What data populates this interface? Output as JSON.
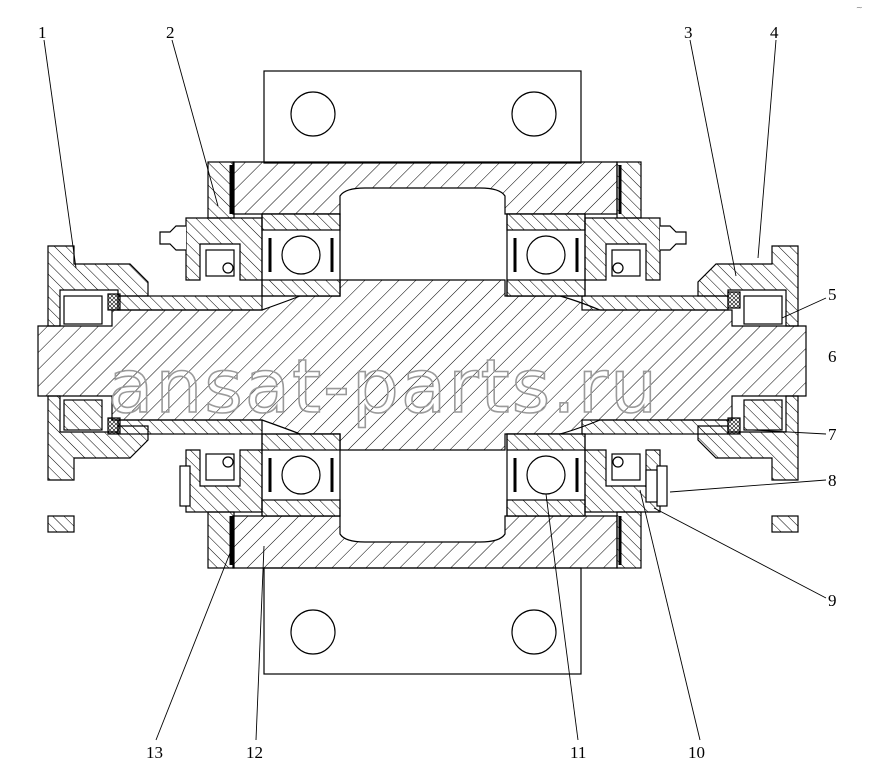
{
  "watermark": "ansat-parts.ru",
  "corner_mark": "~",
  "callouts": [
    "1",
    "2",
    "3",
    "4",
    "5",
    "6",
    "7",
    "8",
    "9",
    "10",
    "11",
    "12",
    "13"
  ]
}
